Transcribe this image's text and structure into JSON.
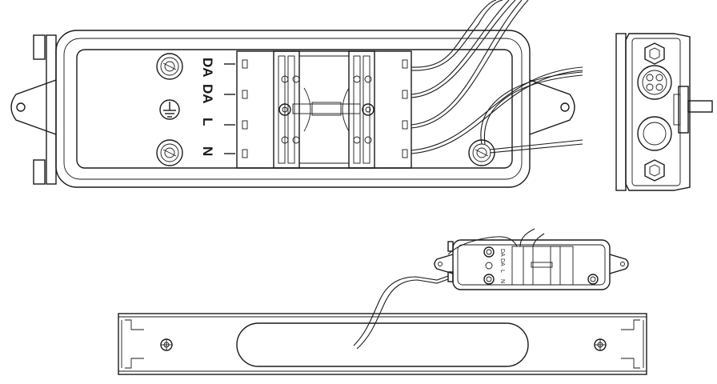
{
  "diagram": {
    "large_view": {
      "terminal_labels": [
        "DA",
        "DA",
        "⏚",
        "L",
        "N"
      ]
    },
    "small_view": {
      "terminal_labels": [
        "DA",
        "DA",
        "⏚",
        "L",
        "N"
      ]
    },
    "icons": [
      "earth-ground-symbol",
      "screw-head-icon",
      "cable-gland-icon",
      "hex-bolt-icon"
    ],
    "line_color": "#1a1a1a",
    "background": "#ffffff"
  }
}
